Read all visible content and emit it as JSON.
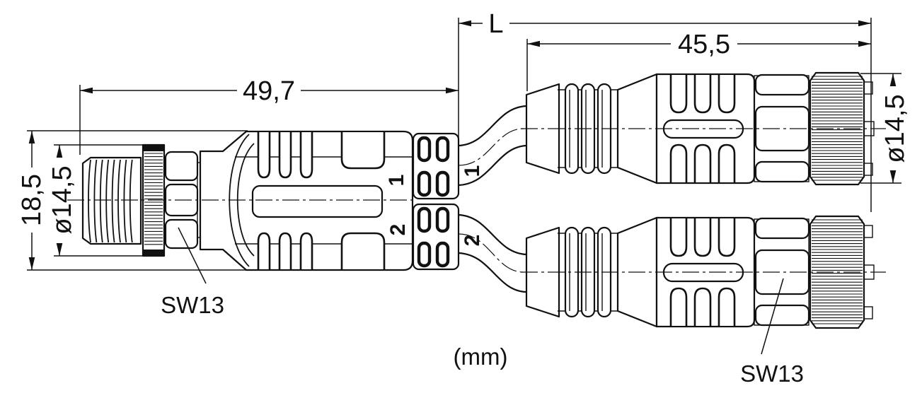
{
  "drawing": {
    "unit_note": "(mm)",
    "dimensions": {
      "splitter_length": "49,7",
      "branch_length": "L",
      "female_connector_length": "45,5",
      "splitter_height": "18,5",
      "male_diameter": "ø14,5",
      "female_diameter": "ø14,5",
      "male_hex": "SW13",
      "female_hex": "SW13"
    },
    "port_labels": {
      "port1": "1",
      "port2": "2"
    },
    "branch_labels": {
      "branch1": "1",
      "branch2": "2"
    },
    "colors": {
      "line": "#111111",
      "background": "#ffffff"
    }
  }
}
